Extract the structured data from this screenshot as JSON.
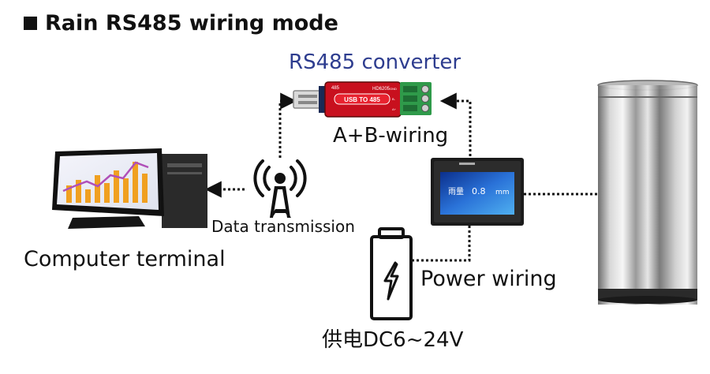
{
  "title": "Rain RS485 wiring mode",
  "labels": {
    "converter": "RS485 converter",
    "ab_wiring": "A+B-wiring",
    "data_transmission": "Data transmission",
    "computer_terminal": "Computer terminal",
    "power_wiring": "Power wiring",
    "power_supply": "供电DC6~24V"
  },
  "converter_device": {
    "top_text": "485",
    "model": "HD6205",
    "main_text": "USB TO 485",
    "terminal_marks": [
      "GND",
      "B-",
      "A+"
    ]
  },
  "display_device": {
    "label": "雨量",
    "value": "0.8",
    "unit": "mm"
  },
  "colors": {
    "title_blue": "#2e3d8f",
    "converter_red": "#c8101e",
    "terminal_green": "#2f9a4a",
    "screen_blue": "#1d4fb0"
  }
}
